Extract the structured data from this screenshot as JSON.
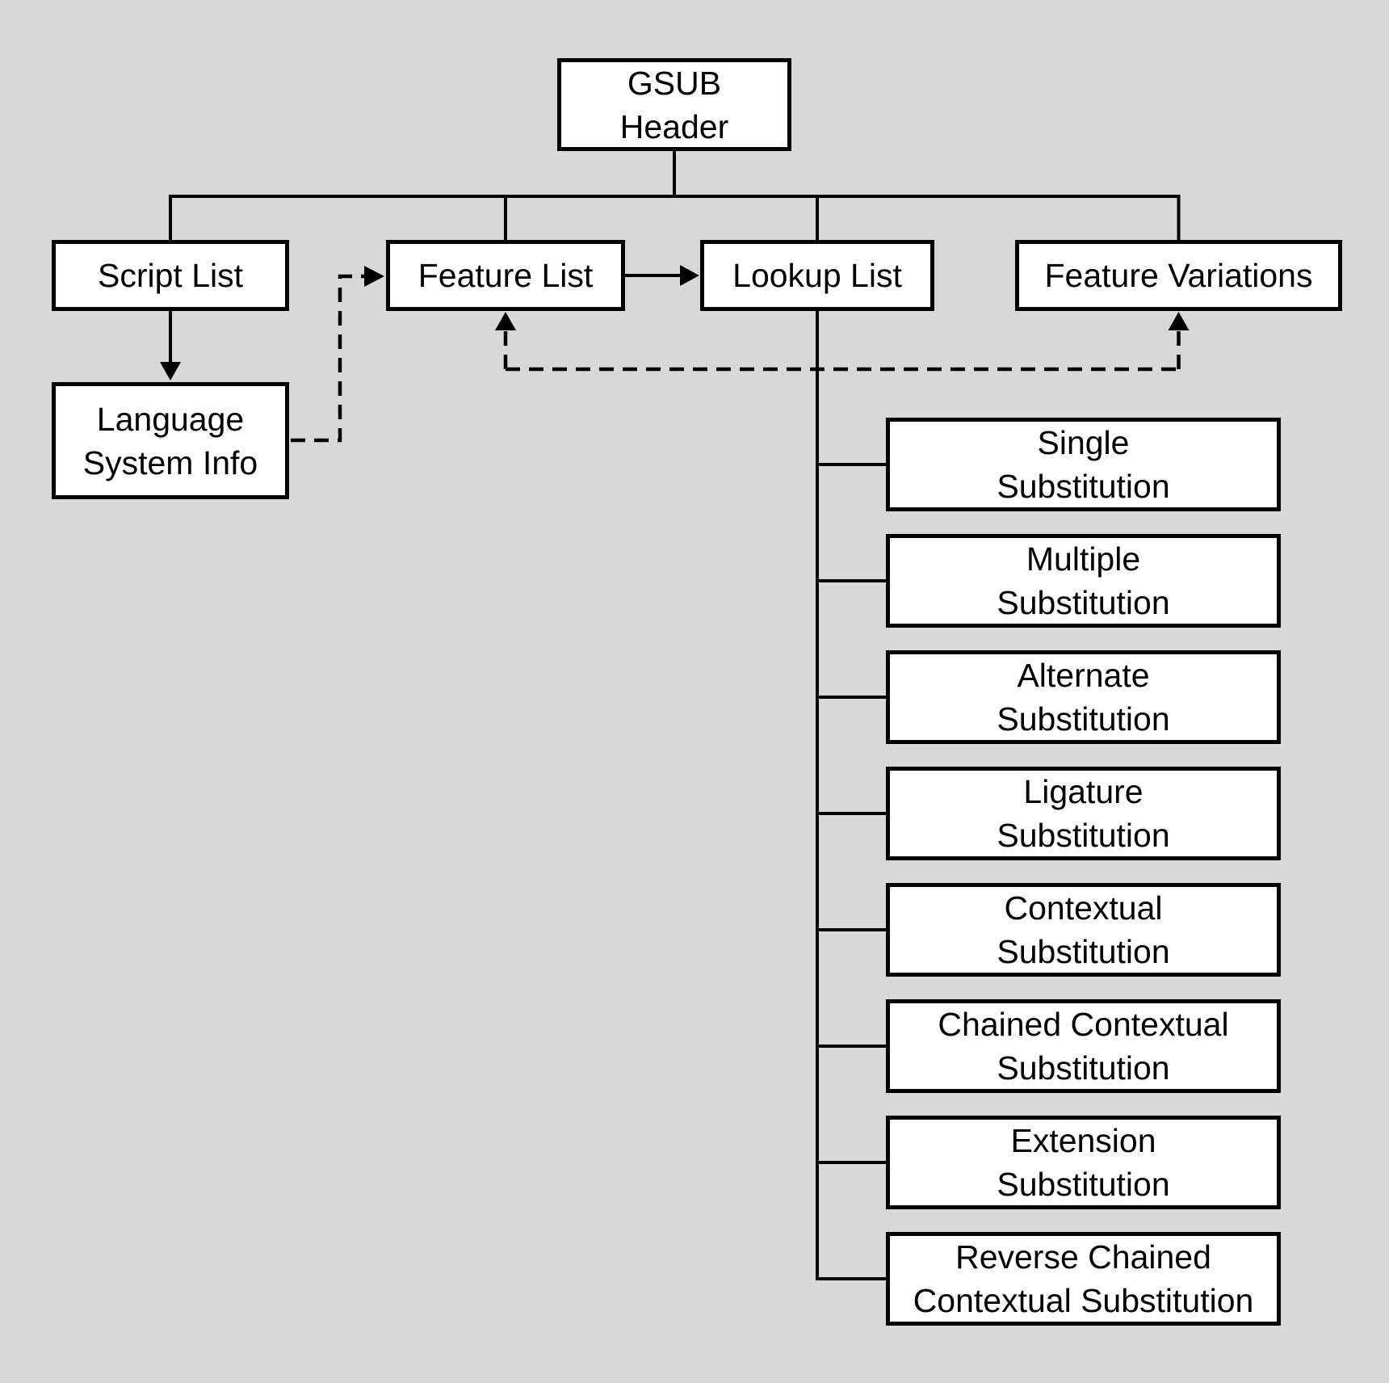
{
  "colors": {
    "background": "#d8d8d8",
    "box_fill": "#ffffff",
    "line": "#000000"
  },
  "nodes": {
    "gsub_header": {
      "label": [
        "GSUB",
        "Header"
      ]
    },
    "script_list": {
      "label": [
        "Script List"
      ]
    },
    "feature_list": {
      "label": [
        "Feature List"
      ]
    },
    "lookup_list": {
      "label": [
        "Lookup List"
      ]
    },
    "feature_variations": {
      "label": [
        "Feature Variations"
      ]
    },
    "language_system_info": {
      "label": [
        "Language",
        "System Info"
      ]
    },
    "lookup_types": [
      {
        "label": [
          "Single",
          "Substitution"
        ]
      },
      {
        "label": [
          "Multiple",
          "Substitution"
        ]
      },
      {
        "label": [
          "Alternate",
          "Substitution"
        ]
      },
      {
        "label": [
          "Ligature",
          "Substitution"
        ]
      },
      {
        "label": [
          "Contextual",
          "Substitution"
        ]
      },
      {
        "label": [
          "Chained Contextual",
          "Substitution"
        ]
      },
      {
        "label": [
          "Extension",
          "Substitution"
        ]
      },
      {
        "label": [
          "Reverse Chained",
          "Contextual Substitution"
        ]
      }
    ]
  },
  "edges": [
    {
      "from": "gsub_header",
      "to": "script_list",
      "style": "solid"
    },
    {
      "from": "gsub_header",
      "to": "feature_list",
      "style": "solid"
    },
    {
      "from": "gsub_header",
      "to": "lookup_list",
      "style": "solid"
    },
    {
      "from": "gsub_header",
      "to": "feature_variations",
      "style": "solid"
    },
    {
      "from": "script_list",
      "to": "language_system_info",
      "style": "solid-arrow"
    },
    {
      "from": "feature_list",
      "to": "lookup_list",
      "style": "solid-arrow"
    },
    {
      "from": "language_system_info",
      "to": "feature_list",
      "style": "dashed-arrow"
    },
    {
      "between": [
        "feature_list",
        "feature_variations"
      ],
      "style": "dashed-arrows-both-ends"
    },
    {
      "from": "lookup_list",
      "to": "lookup_types",
      "style": "solid-branches"
    }
  ]
}
